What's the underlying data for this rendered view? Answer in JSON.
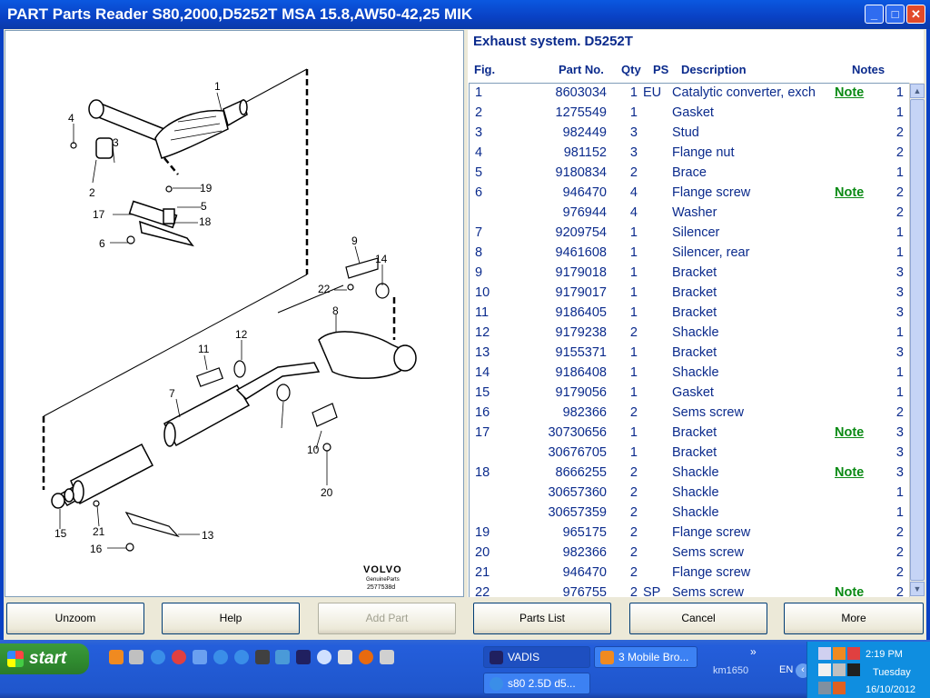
{
  "window": {
    "title": "PART Parts Reader S80,2000,D5252T MSA 15.8,AW50-42,25 MIK",
    "min": "_",
    "max": "□",
    "close": "✕"
  },
  "parts_panel": {
    "section_title": "Exhaust system. D5252T",
    "headers": {
      "fig": "Fig.",
      "part_no": "Part No.",
      "qty": "Qty",
      "ps": "PS",
      "description": "Description",
      "notes": "Notes"
    },
    "rows": [
      {
        "fig": "1",
        "part": "8603034",
        "qty": "1",
        "ps": "EU",
        "desc": "Catalytic converter, exch",
        "note": "Note",
        "n": "1"
      },
      {
        "fig": "2",
        "part": "1275549",
        "qty": "1",
        "ps": "",
        "desc": "Gasket",
        "note": "",
        "n": "1"
      },
      {
        "fig": "3",
        "part": "982449",
        "qty": "3",
        "ps": "",
        "desc": "Stud",
        "note": "",
        "n": "2"
      },
      {
        "fig": "4",
        "part": "981152",
        "qty": "3",
        "ps": "",
        "desc": "Flange nut",
        "note": "",
        "n": "2"
      },
      {
        "fig": "5",
        "part": "9180834",
        "qty": "2",
        "ps": "",
        "desc": "Brace",
        "note": "",
        "n": "1"
      },
      {
        "fig": "6",
        "part": "946470",
        "qty": "4",
        "ps": "",
        "desc": "Flange screw",
        "note": "Note",
        "n": "2"
      },
      {
        "fig": "",
        "part": "976944",
        "qty": "4",
        "ps": "",
        "desc": "Washer",
        "note": "",
        "n": "2"
      },
      {
        "fig": "7",
        "part": "9209754",
        "qty": "1",
        "ps": "",
        "desc": "Silencer",
        "note": "",
        "n": "1"
      },
      {
        "fig": "8",
        "part": "9461608",
        "qty": "1",
        "ps": "",
        "desc": "Silencer, rear",
        "note": "",
        "n": "1"
      },
      {
        "fig": "9",
        "part": "9179018",
        "qty": "1",
        "ps": "",
        "desc": "Bracket",
        "note": "",
        "n": "3"
      },
      {
        "fig": "10",
        "part": "9179017",
        "qty": "1",
        "ps": "",
        "desc": "Bracket",
        "note": "",
        "n": "3"
      },
      {
        "fig": "11",
        "part": "9186405",
        "qty": "1",
        "ps": "",
        "desc": "Bracket",
        "note": "",
        "n": "3"
      },
      {
        "fig": "12",
        "part": "9179238",
        "qty": "2",
        "ps": "",
        "desc": "Shackle",
        "note": "",
        "n": "1"
      },
      {
        "fig": "13",
        "part": "9155371",
        "qty": "1",
        "ps": "",
        "desc": "Bracket",
        "note": "",
        "n": "3"
      },
      {
        "fig": "14",
        "part": "9186408",
        "qty": "1",
        "ps": "",
        "desc": "Shackle",
        "note": "",
        "n": "1"
      },
      {
        "fig": "15",
        "part": "9179056",
        "qty": "1",
        "ps": "",
        "desc": "Gasket",
        "note": "",
        "n": "1"
      },
      {
        "fig": "16",
        "part": "982366",
        "qty": "2",
        "ps": "",
        "desc": "Sems screw",
        "note": "",
        "n": "2"
      },
      {
        "fig": "17",
        "part": "30730656",
        "qty": "1",
        "ps": "",
        "desc": "Bracket",
        "note": "Note",
        "n": "3"
      },
      {
        "fig": "",
        "part": "30676705",
        "qty": "1",
        "ps": "",
        "desc": "Bracket",
        "note": "",
        "n": "3"
      },
      {
        "fig": "18",
        "part": "8666255",
        "qty": "2",
        "ps": "",
        "desc": "Shackle",
        "note": "Note",
        "n": "3"
      },
      {
        "fig": "",
        "part": "30657360",
        "qty": "2",
        "ps": "",
        "desc": "Shackle",
        "note": "",
        "n": "1"
      },
      {
        "fig": "",
        "part": "30657359",
        "qty": "2",
        "ps": "",
        "desc": "Shackle",
        "note": "",
        "n": "1"
      },
      {
        "fig": "19",
        "part": "965175",
        "qty": "2",
        "ps": "",
        "desc": "Flange screw",
        "note": "",
        "n": "2"
      },
      {
        "fig": "20",
        "part": "982366",
        "qty": "2",
        "ps": "",
        "desc": "Sems screw",
        "note": "",
        "n": "2"
      },
      {
        "fig": "21",
        "part": "946470",
        "qty": "2",
        "ps": "",
        "desc": "Flange screw",
        "note": "",
        "n": "2"
      },
      {
        "fig": "22",
        "part": "976755",
        "qty": "2",
        "ps": "SP",
        "desc": "Sems screw",
        "note": "Note",
        "n": "2"
      }
    ]
  },
  "diagram": {
    "brand": "VOLVO",
    "brand_sub": "GenuineParts",
    "ref": "2577538d",
    "labels": [
      "1",
      "2",
      "3",
      "4",
      "5",
      "6",
      "7",
      "8",
      "9",
      "10",
      "11",
      "12",
      "13",
      "14",
      "15",
      "16",
      "17",
      "18",
      "19",
      "20",
      "21",
      "22"
    ]
  },
  "buttons": {
    "unzoom": "Unzoom",
    "help": "Help",
    "add_part": "Add Part",
    "parts_list": "Parts List",
    "cancel": "Cancel",
    "more": "More"
  },
  "taskbar": {
    "start": "start",
    "tasks": [
      "VADIS",
      "3 Mobile Bro...",
      "s80 2.5D d5..."
    ],
    "km": "km1650",
    "lang": "EN",
    "time": "2:19 PM",
    "day": "Tuesday",
    "date": "16/10/2012"
  },
  "colors": {
    "title_bar": "#0941c4",
    "header_text": "#0a2a8c",
    "note_link": "#0a8a14",
    "tray": "#0f8ee0"
  }
}
